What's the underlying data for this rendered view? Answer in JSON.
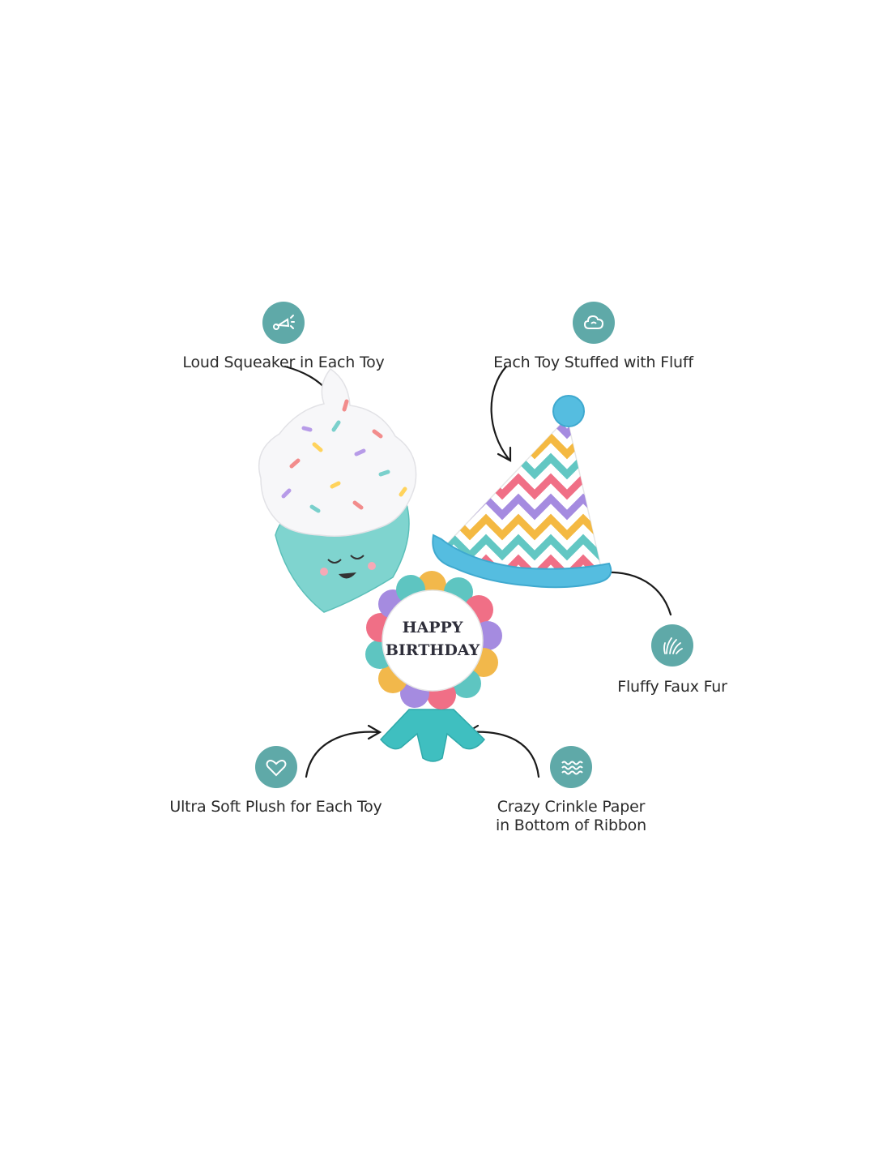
{
  "features": {
    "squeaker": {
      "label": "Loud Squeaker in Each Toy",
      "icon": "horn-icon"
    },
    "fluff": {
      "label": "Each Toy Stuffed with Fluff",
      "icon": "cloud-icon"
    },
    "fur": {
      "label": "Fluffy Faux Fur",
      "icon": "fur-icon"
    },
    "plush": {
      "label": "Ultra Soft Plush for Each Toy",
      "icon": "heart-icon"
    },
    "crinkle": {
      "line1": "Crazy Crinkle Paper",
      "line2": "in Bottom of Ribbon",
      "icon": "waves-icon"
    }
  },
  "ribbon_badge": {
    "line1": "HAPPY",
    "line2": "BIRTHDAY"
  },
  "colors": {
    "badge": "#5fa9a8",
    "toy_teal": "#3fbfc0",
    "hat_blue": "#55bde0"
  }
}
